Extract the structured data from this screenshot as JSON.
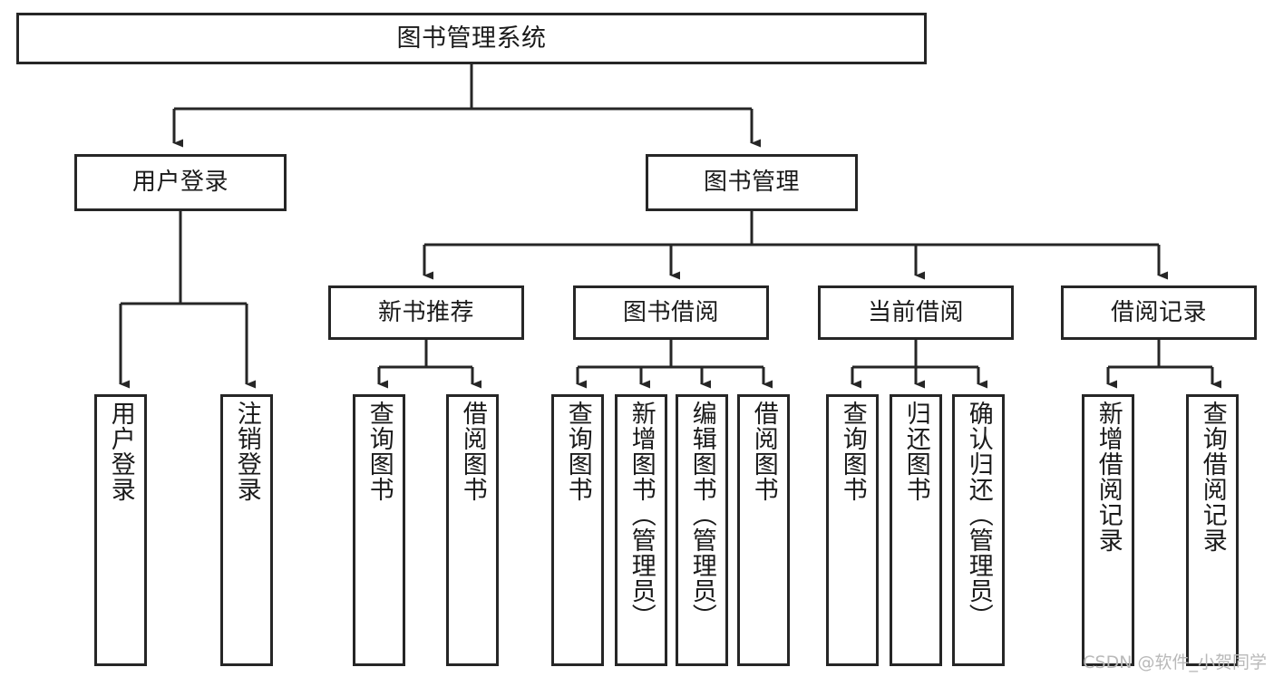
{
  "diagram": {
    "title": "图书管理系统",
    "type": "hierarchy-tree",
    "watermark": "CSDN @软件_小贺同学",
    "stroke_color": "#262626",
    "background_color": "#ffffff",
    "text_color": "#1a1a1a",
    "watermark_color": "#b9b9b9"
  },
  "nodes": {
    "root": {
      "label": "图书管理系统",
      "level": 1
    },
    "user_login": {
      "label": "用户登录",
      "level": 2
    },
    "book_manage": {
      "label": "图书管理",
      "level": 2
    },
    "new_book_rec": {
      "label": "新书推荐",
      "level": 3
    },
    "book_borrow": {
      "label": "图书借阅",
      "level": 3
    },
    "current_borrow": {
      "label": "当前借阅",
      "level": 3
    },
    "borrow_record": {
      "label": "借阅记录",
      "level": 3
    },
    "leaf_user_login": {
      "label": "用户登录",
      "level": 4
    },
    "leaf_logout": {
      "label": "注销登录",
      "level": 4
    },
    "leaf_query_book_a": {
      "label": "查询图书",
      "level": 4
    },
    "leaf_borrow_book_a": {
      "label": "借阅图书",
      "level": 4
    },
    "leaf_query_book_b": {
      "label": "查询图书",
      "level": 4
    },
    "leaf_add_book": {
      "label": "新增图书（管理员）",
      "level": 4
    },
    "leaf_edit_book": {
      "label": "编辑图书（管理员）",
      "level": 4
    },
    "leaf_borrow_book_b": {
      "label": "借阅图书",
      "level": 4
    },
    "leaf_query_book_c": {
      "label": "查询图书",
      "level": 4
    },
    "leaf_return_book": {
      "label": "归还图书",
      "level": 4
    },
    "leaf_confirm_return": {
      "label": "确认归还（管理员）",
      "level": 4
    },
    "leaf_add_record": {
      "label": "新增借阅记录",
      "level": 4
    },
    "leaf_query_record": {
      "label": "查询借阅记录",
      "level": 4
    }
  },
  "tree": [
    {
      "label": "图书管理系统",
      "children": [
        {
          "label": "用户登录",
          "children": [
            {
              "label": "用户登录"
            },
            {
              "label": "注销登录"
            }
          ]
        },
        {
          "label": "图书管理",
          "children": [
            {
              "label": "新书推荐",
              "children": [
                {
                  "label": "查询图书"
                },
                {
                  "label": "借阅图书"
                }
              ]
            },
            {
              "label": "图书借阅",
              "children": [
                {
                  "label": "查询图书"
                },
                {
                  "label": "新增图书（管理员）"
                },
                {
                  "label": "编辑图书（管理员）"
                },
                {
                  "label": "借阅图书"
                }
              ]
            },
            {
              "label": "当前借阅",
              "children": [
                {
                  "label": "查询图书"
                },
                {
                  "label": "归还图书"
                },
                {
                  "label": "确认归还（管理员）"
                }
              ]
            },
            {
              "label": "借阅记录",
              "children": [
                {
                  "label": "新增借阅记录"
                },
                {
                  "label": "查询借阅记录"
                }
              ]
            }
          ]
        }
      ]
    }
  ]
}
